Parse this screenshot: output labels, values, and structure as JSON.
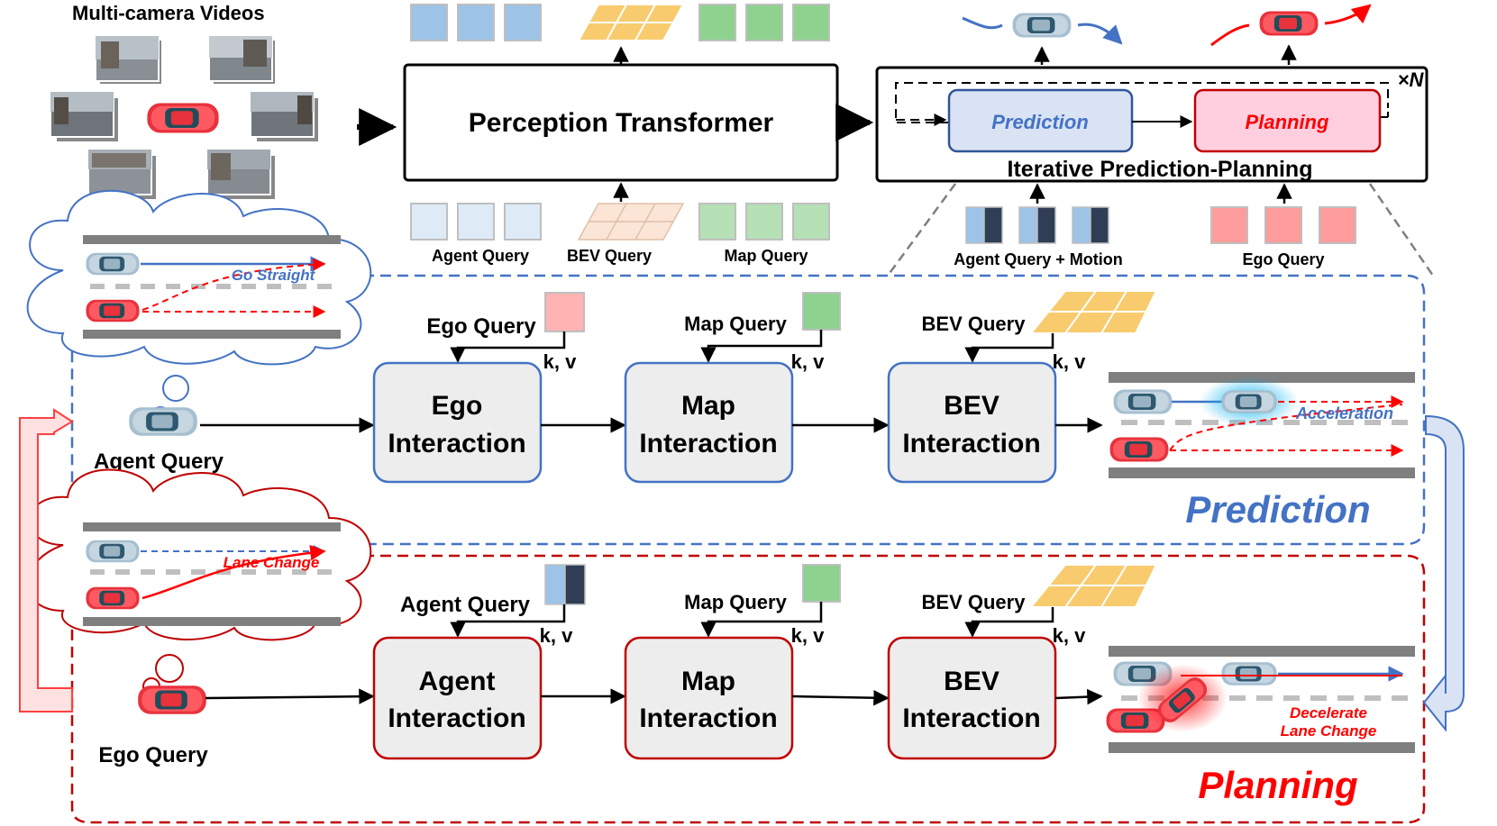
{
  "top": {
    "videos_title": "Multi-camera Videos",
    "perception_label": "Perception Transformer",
    "prediction_label": "Prediction",
    "planning_label": "Planning",
    "iterative_label": "Iterative Prediction-Planning",
    "repeat_label": "×N",
    "agent_query_label": "Agent Query",
    "bev_query_label": "BEV Query",
    "map_query_label": "Map Query",
    "agent_motion_label": "Agent Query + Motion",
    "ego_query_label": "Ego Query"
  },
  "clouds": {
    "go_straight": "Go Straight",
    "lane_change": "Lane Change"
  },
  "prediction_row": {
    "title": "Prediction",
    "agent_query": "Agent Query",
    "q1_label": "Ego Query",
    "q2_label": "Map Query",
    "q3_label": "BEV Query",
    "kv": "k, v",
    "box1_line1": "Ego",
    "box1_line2": "Interaction",
    "box2_line1": "Map",
    "box2_line2": "Interaction",
    "box3_line1": "BEV",
    "box3_line2": "Interaction",
    "result_label": "Acceleration"
  },
  "planning_row": {
    "title": "Planning",
    "ego_query": "Ego Query",
    "q1_label": "Agent Query",
    "q2_label": "Map Query",
    "q3_label": "BEV Query",
    "kv": "k, v",
    "box1_line1": "Agent",
    "box1_line2": "Interaction",
    "box2_line1": "Map",
    "box2_line2": "Interaction",
    "box3_line1": "BEV",
    "box3_line2": "Interaction",
    "result_line1": "Decelerate",
    "result_line2": "Lane Change"
  },
  "colors": {
    "blue": "#4472c4",
    "red": "#c00000",
    "bright_red": "#ff0000",
    "pred_fill": "#dae3f3",
    "plan_fill": "#ffcfe0",
    "node_fill": "#ededed",
    "road": "#7f7f7f"
  }
}
